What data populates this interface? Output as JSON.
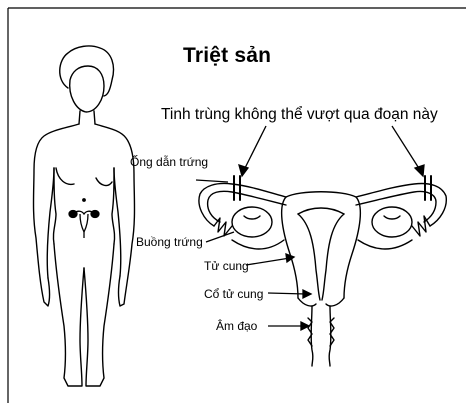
{
  "title": "Triệt sản",
  "callout": "Tinh trùng không thể vượt qua đoạn này",
  "labels": {
    "oviduct": "Ống dẫn trứng",
    "ovary": "Buồng trứng",
    "uterus": "Tử cung",
    "cervix": "Cổ tử cung",
    "vagina": "Âm đạo"
  },
  "colors": {
    "line": "#000000",
    "background": "#ffffff"
  }
}
